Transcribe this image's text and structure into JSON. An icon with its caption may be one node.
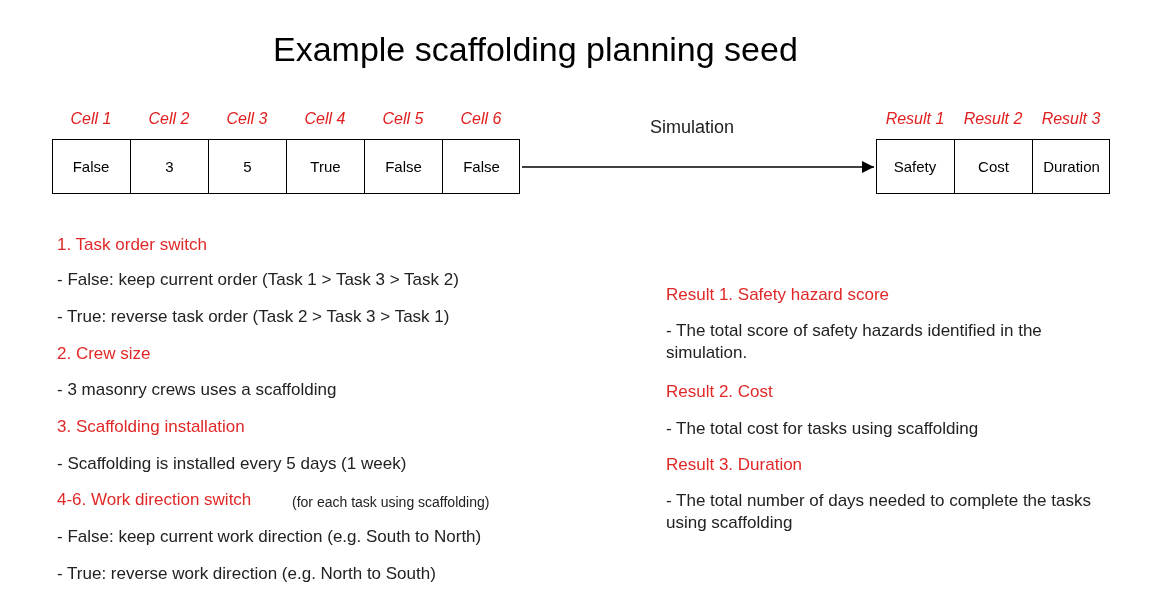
{
  "diagram": {
    "title": "Example scaffolding planning seed",
    "nodes": [
      {
        "text": [],
        "shape": "box"
      },
      {
        "text": [
          "Cell 1",
          "False"
        ],
        "in": 0
      },
      {
        "text": [
          "Cell 2",
          "3"
        ],
        "in": 0
      },
      {
        "text": [
          "Cell 3",
          "5"
        ],
        "in": 0
      },
      {
        "text": [
          "Cell 4",
          "True"
        ],
        "in": 0
      },
      {
        "text": [
          "Cell 5",
          "False"
        ],
        "in": 0
      },
      {
        "text": [
          "Cell 6",
          "False"
        ],
        "in": 0
      },
      {
        "text": [],
        "shape": "box"
      },
      {
        "text": [
          "Result 1",
          "Safety"
        ],
        "in": 7
      },
      {
        "text": [
          "Result 2",
          "Cost"
        ],
        "in": 7
      },
      {
        "text": [
          "Result 3",
          "Duration"
        ],
        "in": 7
      }
    ],
    "edges": [
      {
        "from": 0,
        "to": 7,
        "arrow": "to",
        "label": "Simulation"
      }
    ],
    "labels": [
      "1. Task order switch",
      "- False: keep current order (Task 1 > Task 3 > Task 2)",
      "- True: reverse task order (Task 2 > Task 3 > Task 1)",
      "2. Crew size",
      "- 3 masonry crews uses a scaffolding",
      "3. Scaffolding installation",
      "- Scaffolding is installed every 5 days (1 week)",
      "4-6. Work direction switch",
      "(for each task using scaffolding)",
      "- False: keep current work direction (e.g. South to North)",
      "- True: reverse work direction (e.g. North to South)",
      "Result 1. Safety hazard score",
      "- The total score of safety hazards identified in the simulation.",
      "Result 2. Cost",
      "- The total cost for tasks using scaffolding",
      "Result 3. Duration",
      "- The total number of days needed to complete the tasks using scaffolding"
    ]
  }
}
